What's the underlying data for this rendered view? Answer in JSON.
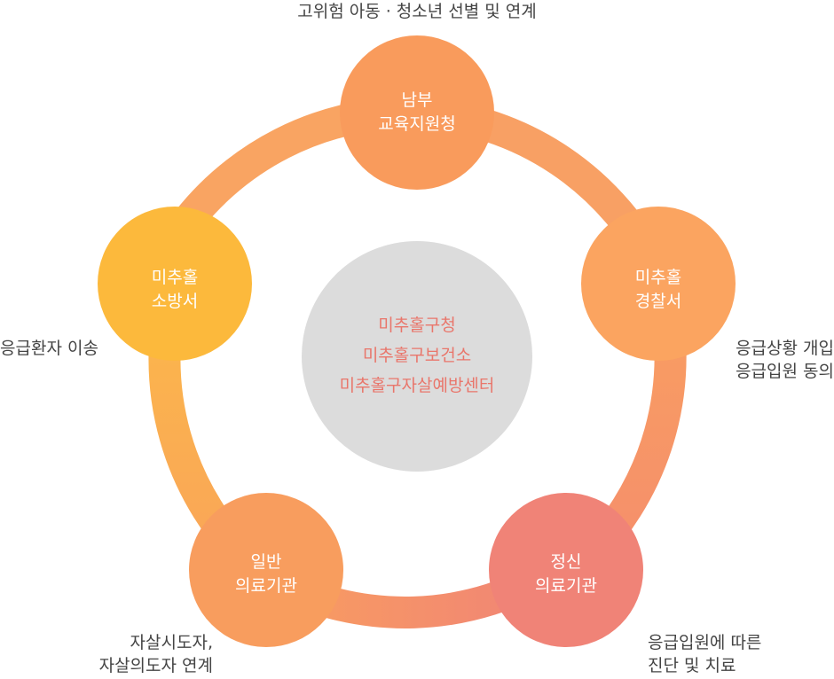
{
  "colors": {
    "ring_orange": "#f8a064",
    "ring_yellow": "#fcb84a",
    "ring_salmon": "#f28a75",
    "node_orange": "#f99b5c",
    "node_light_orange": "#fba460",
    "node_yellow": "#fcb93c",
    "node_general": "#f89d5e",
    "node_salmon": "#f08377",
    "center_gray": "#dcdcdc",
    "center_text": "#e9766b",
    "side_text": "#444444"
  },
  "center": {
    "lines": [
      "미추홀구청",
      "미추홀구보건소",
      "미추홀구자살예방센터"
    ]
  },
  "nodes": [
    {
      "id": "education",
      "lines": [
        "남부",
        "교육지원청"
      ]
    },
    {
      "id": "police",
      "lines": [
        "미추홀",
        "경찰서"
      ]
    },
    {
      "id": "mental",
      "lines": [
        "정신",
        "의료기관"
      ]
    },
    {
      "id": "general",
      "lines": [
        "일반",
        "의료기관"
      ]
    },
    {
      "id": "fire",
      "lines": [
        "미추홀",
        "소방서"
      ]
    }
  ],
  "annotations": {
    "top": [
      "고위험 아동 · 청소년 선별 및 연계"
    ],
    "right": [
      "응급상황 개입",
      "응급입원 동의"
    ],
    "bottom_right": [
      "응급입원에 따른",
      "진단 및 치료"
    ],
    "bottom_left": [
      "자살시도자,",
      "자살의도자 연계"
    ],
    "left": [
      "응급환자 이송"
    ]
  }
}
